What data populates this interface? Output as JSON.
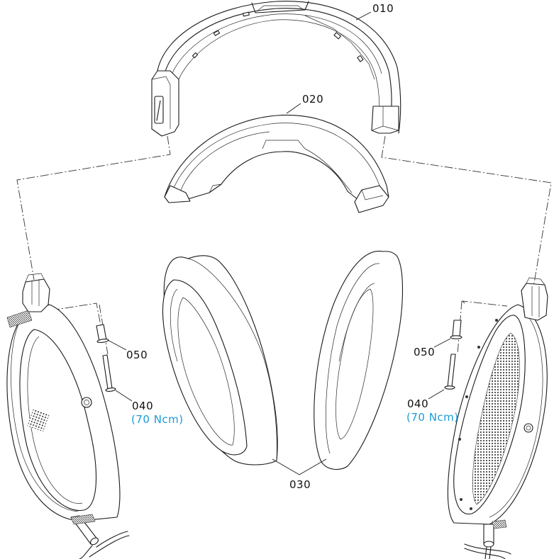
{
  "diagram": {
    "type": "exploded-view",
    "subject": "headphones assembly",
    "accent_color": "#1a9bd7",
    "line_color": "#1a1a1a"
  },
  "parts": [
    {
      "id": "010",
      "label": "010",
      "name": "headband"
    },
    {
      "id": "020",
      "label": "020",
      "name": "headband pad"
    },
    {
      "id": "030",
      "label": "030",
      "name": "ear pads (pair)"
    },
    {
      "id": "040",
      "label": "040",
      "name": "screw",
      "torque": "(70 Ncm)"
    },
    {
      "id": "050",
      "label": "050",
      "name": "sleeve"
    }
  ],
  "labels": {
    "headband": "010",
    "headband_pad": "020",
    "ear_pads": "030",
    "left_sleeve": "050",
    "left_screw": "040",
    "left_torque": "(70 Ncm)",
    "right_sleeve": "050",
    "right_screw": "040",
    "right_torque": "(70 Ncm)"
  }
}
